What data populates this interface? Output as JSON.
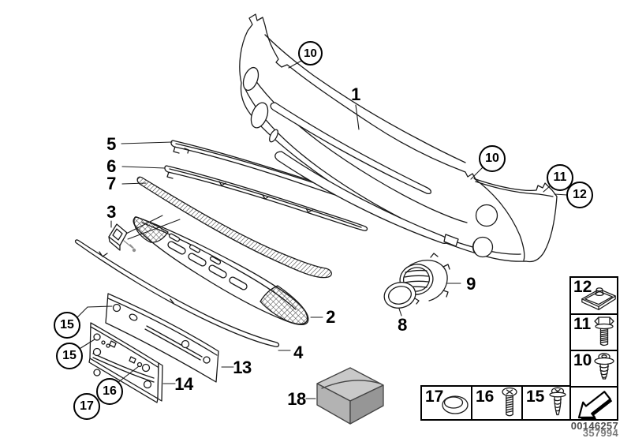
{
  "colors": {
    "line": "#1a1a1a",
    "background": "#ffffff",
    "parcel_box_gray": "#b5b5b5"
  },
  "callouts": {
    "c1": "1",
    "c2": "2",
    "c3": "3",
    "c4": "4",
    "c5": "5",
    "c6": "6",
    "c7": "7",
    "c8": "8",
    "c9": "9",
    "c13": "13",
    "c14": "14",
    "c18": "18",
    "c10_top": "10",
    "c10_right": "10",
    "c11": "11",
    "c12": "12",
    "c15_upper": "15",
    "c15_lower": "15",
    "c16": "16",
    "c17": "17"
  },
  "legend": {
    "cells": {
      "n12": "12",
      "n11": "11",
      "n10": "10",
      "n17": "17",
      "n16": "16",
      "n15": "15"
    },
    "icons": {
      "n12": "speed-nut-icon",
      "n11": "hex-flange-bolt-icon",
      "n10": "washer-head-screw-icon",
      "n17": "blind-plug-icon",
      "n16": "phillips-pan-head-screw-icon",
      "n15": "phillips-washer-head-screw-icon",
      "arrow": "continuation-arrow-icon"
    }
  },
  "footer": {
    "numbers": [
      "00146257",
      "357994"
    ]
  }
}
